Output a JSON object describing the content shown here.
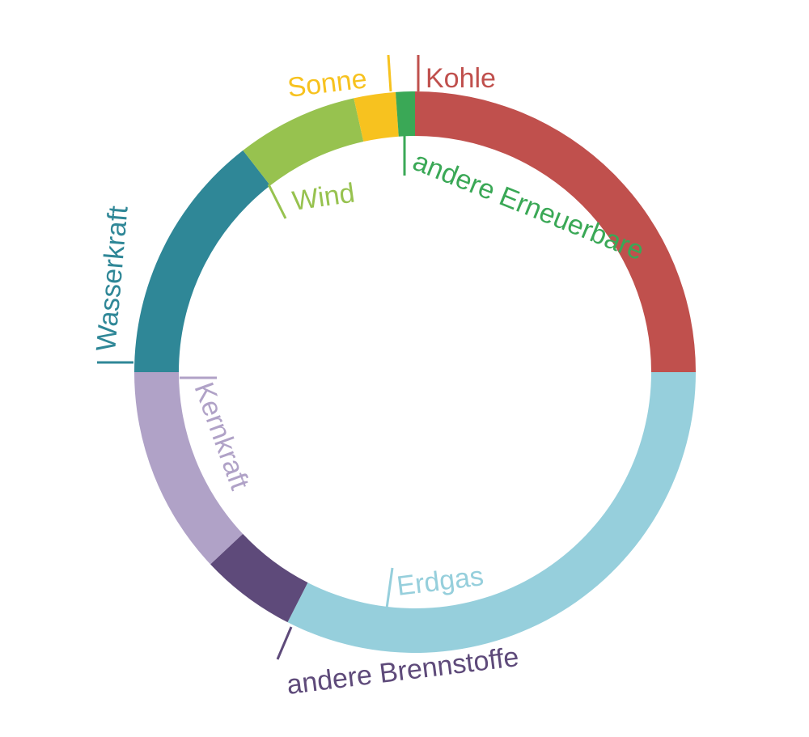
{
  "chart_data": {
    "type": "pie",
    "style": "donut",
    "categories": [
      "Kohle",
      "Erdgas",
      "andere Brennstoffe",
      "Kernkraft",
      "Wasserkraft",
      "Wind",
      "Sonne",
      "andere Erneuerbare"
    ],
    "values": [
      25.0,
      32.5,
      5.5,
      12.0,
      14.5,
      7.0,
      2.4,
      1.1
    ],
    "unit": "%",
    "colors": [
      "#c0504d",
      "#96cfdc",
      "#5e4a7a",
      "#b0a2c7",
      "#2f8797",
      "#97c24f",
      "#f7c21f",
      "#3aa856"
    ],
    "labels": [
      {
        "text": "Kohle",
        "color": "#c0504d"
      },
      {
        "text": "Erdgas",
        "color": "#96cfdc"
      },
      {
        "text": "andere Brennstoffe",
        "color": "#5e4a7a"
      },
      {
        "text": "Kernkraft",
        "color": "#b0a2c7"
      },
      {
        "text": "Wasserkraft",
        "color": "#2f8797"
      },
      {
        "text": "Wind",
        "color": "#97c24f"
      },
      {
        "text": "Sonne",
        "color": "#f7c21f"
      },
      {
        "text": "andere Erneuerbare",
        "color": "#3aa856"
      }
    ],
    "legend": "none"
  }
}
